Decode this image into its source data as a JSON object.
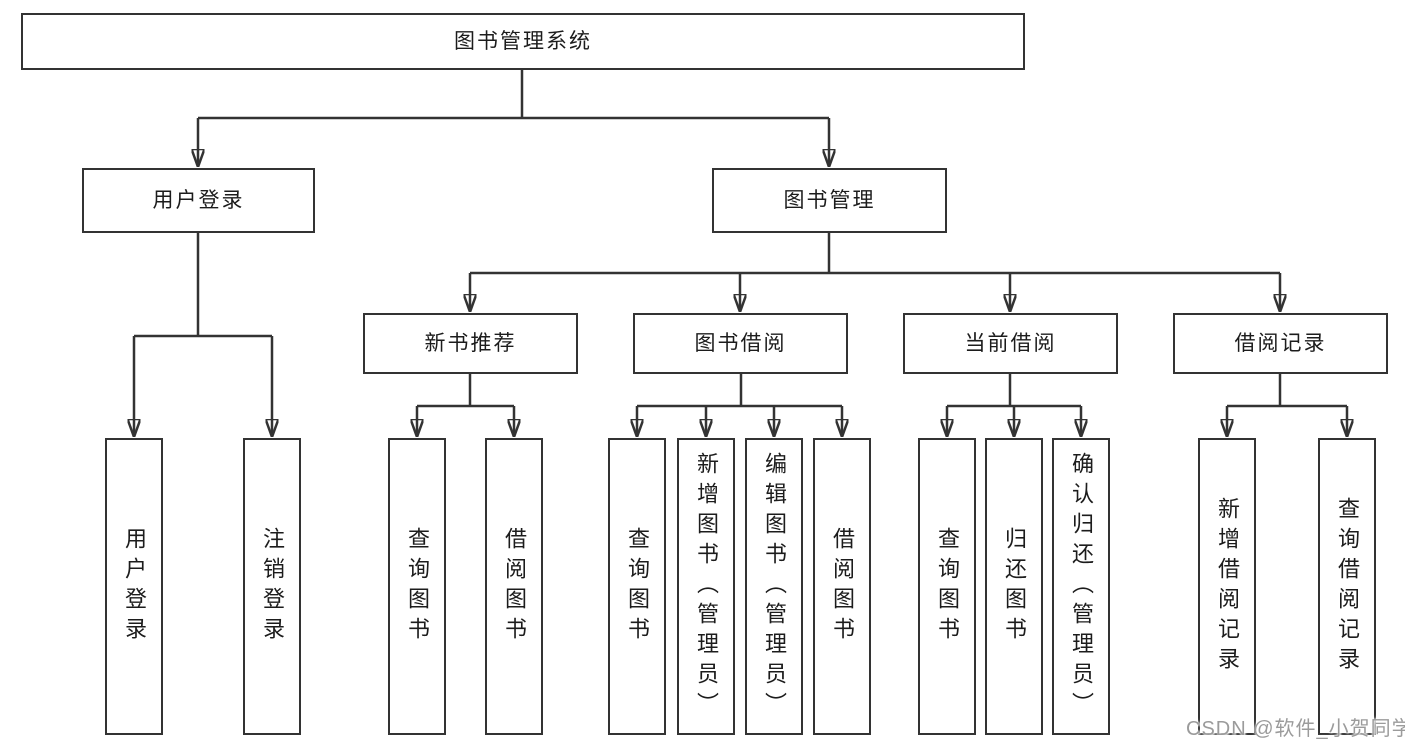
{
  "colors": {
    "line": "#333333",
    "box_border": "#333333",
    "box_fill": "#ffffff",
    "text": "#1c1c1c",
    "watermark": "#9b9b9b",
    "background": "#ffffff"
  },
  "watermark": {
    "text": "CSDN @软件_小贺同学"
  },
  "tree": {
    "root": {
      "label": "图书管理系统",
      "children": [
        {
          "label": "用户登录",
          "children": [
            {
              "label": "用户登录"
            },
            {
              "label": "注销登录"
            }
          ]
        },
        {
          "label": "图书管理",
          "children": [
            {
              "label": "新书推荐",
              "children": [
                {
                  "label": "查询图书"
                },
                {
                  "label": "借阅图书"
                }
              ]
            },
            {
              "label": "图书借阅",
              "children": [
                {
                  "label": "查询图书"
                },
                {
                  "label": "新增图书（管理员）"
                },
                {
                  "label": "编辑图书（管理员）"
                },
                {
                  "label": "借阅图书"
                }
              ]
            },
            {
              "label": "当前借阅",
              "children": [
                {
                  "label": "查询图书"
                },
                {
                  "label": "归还图书"
                },
                {
                  "label": "确认归还（管理员）"
                }
              ]
            },
            {
              "label": "借阅记录",
              "children": [
                {
                  "label": "新增借阅记录"
                },
                {
                  "label": "查询借阅记录"
                }
              ]
            }
          ]
        }
      ]
    }
  }
}
